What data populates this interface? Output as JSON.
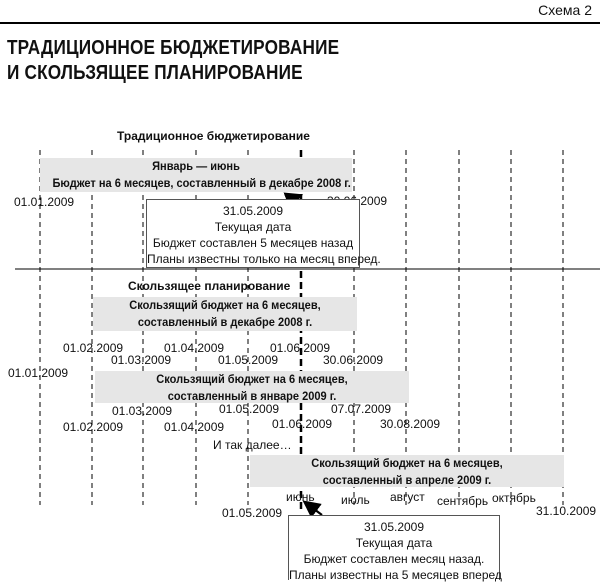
{
  "header": {
    "schema_label": "Схема 2",
    "title_line1": "ТРАДИЦИОННОЕ БЮДЖЕТИРОВАНИЕ",
    "title_line2": "И СКОЛЬЗЯЩЕЕ ПЛАНИРОВАНИЕ"
  },
  "traditional": {
    "heading": "Традиционное бюджетирование",
    "band_line1": "Январь — июнь",
    "band_line2": "Бюджет на 6 месяцев, составленный в декабре 2008 г.",
    "start_date": "01.01.2009",
    "end_date": "30.06.2009",
    "note": {
      "line1": "31.05.2009",
      "line2": "Текущая дата",
      "line3": "Бюджет составлен 5 месяцев назад",
      "line4": "Планы известны только на месяц вперед."
    }
  },
  "rolling": {
    "heading": "Скользящее планирование",
    "band1_line1": "Скользящий бюджет на 6 месяцев,",
    "band1_line2": "составленный в декабре 2008 г.",
    "band1_dates": {
      "feb": "01.02.2009",
      "mar": "01.03.2009",
      "apr": "01.04.2009",
      "may": "01.05.2009",
      "jun": "01.06.2009",
      "end": "30.06.2009",
      "start": "01.01.2009"
    },
    "band2_line1": "Скользящий бюджет на 6 месяцев,",
    "band2_line2": "составленный в январе 2009 г.",
    "band2_dates": {
      "mar": "01.03.2009",
      "may": "01.05.2009",
      "jul": "07.07.2009",
      "feb": "01.02.2009",
      "apr": "01.04.2009",
      "jun": "01.06.2009",
      "end": "30.08.2009"
    },
    "and_so_on": "И так далее…",
    "band3_line1": "Скользящий бюджет на 6 месяцев,",
    "band3_line2": "составленный в апреле 2009 г.",
    "band3_dates": {
      "start": "01.05.2009",
      "end": "31.10.2009"
    },
    "months": [
      "июнь",
      "июль",
      "август",
      "сентябрь",
      "октябрь"
    ],
    "note": {
      "line1": "31.05.2009",
      "line2": "Текущая дата",
      "line3": "Бюджет составлен месяц назад.",
      "line4": "Планы известны на 5 месяцев вперед"
    }
  },
  "colors": {
    "band_fill": "#e6e6e6",
    "line": "#000000",
    "text": "#111111"
  }
}
